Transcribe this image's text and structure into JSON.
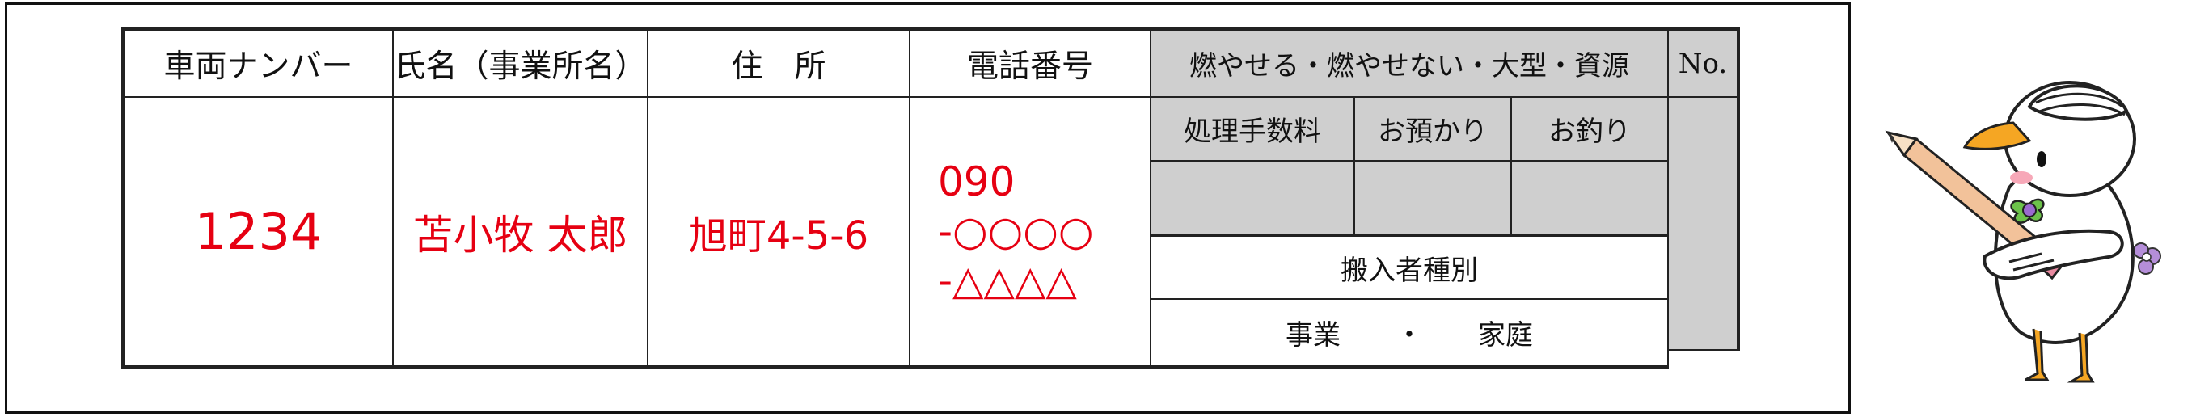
{
  "headers": {
    "vehicle_number": "車両ナンバー",
    "name": "氏名（事業所名）",
    "address": "住　所",
    "phone": "電話番号",
    "waste_types": "燃やせる・燃やせない・大型・資源",
    "number": "No."
  },
  "fee_headers": {
    "fee": "処理手数料",
    "deposit": "お預かり",
    "change": "お釣り"
  },
  "carrier": {
    "title": "搬入者種別",
    "options": "事業　　・　　家庭"
  },
  "entry": {
    "vehicle_number": "1234",
    "name": "苫小牧 太郎",
    "address": "旭町4-5-6",
    "phone_line1": "090",
    "phone_line2": "-○○○○",
    "phone_line3": "-△△△△"
  },
  "colors": {
    "entry_text": "#e60012",
    "staff_area": "#cfcfcf"
  },
  "icons": {
    "mascot": "bird-mascot-with-pencil"
  }
}
